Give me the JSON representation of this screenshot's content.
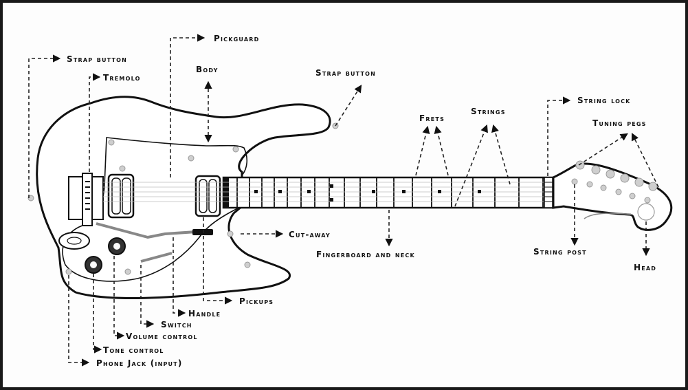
{
  "labels": {
    "strap_button_left": "Strap button",
    "tremolo": "Tremolo",
    "pickguard": "Pickguard",
    "body": "Body",
    "strap_button_right": "Strap button",
    "frets": "Frets",
    "strings": "Strings",
    "string_lock": "String lock",
    "tuning_pegs": "Tuning pegs",
    "cut_away": "Cut-away",
    "fingerboard_and_neck": "Fingerboard and neck",
    "string_post": "String post",
    "head": "Head",
    "pickups": "Pickups",
    "handle": "Handle",
    "switch": "Switch",
    "volume_control": "Volume control",
    "tone_control": "Tone control",
    "phone_jack": "Phone Jack (input)"
  },
  "colors": {
    "ink": "#111111",
    "frame": "#1a1a1a",
    "part_fill": "#cfcfcf"
  }
}
